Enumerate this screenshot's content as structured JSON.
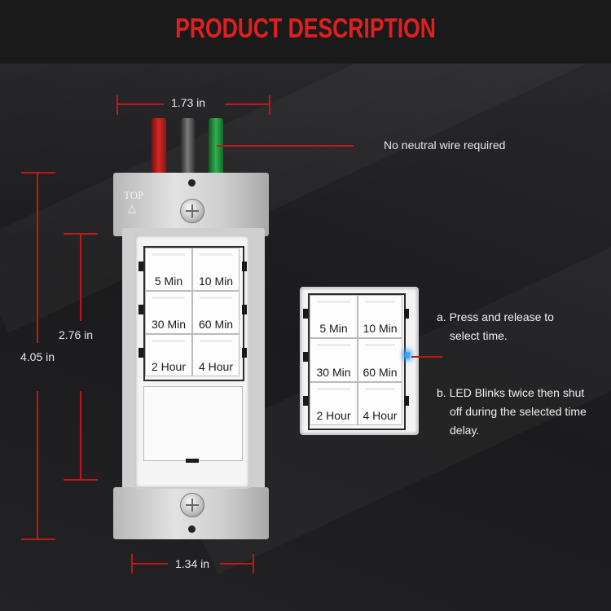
{
  "header": {
    "title": "PRODUCT DESCRIPTION"
  },
  "dimensions": {
    "top_width": "1.73 in",
    "height_outer": "4.05 in",
    "height_inner": "2.76 in",
    "bottom_width": "1.34 in"
  },
  "plate": {
    "top_mark": "TOP",
    "top_arrow": "△"
  },
  "callouts": {
    "neutral": "No neutral wire required",
    "step_a_line1": "a. Press and release to",
    "step_a_line2": "select time.",
    "step_b_line1": "b. LED Blinks twice then shut",
    "step_b_line2": "off during the selected time",
    "step_b_line3": "delay."
  },
  "buttons": {
    "b5": "5 Min",
    "b10": "10 Min",
    "b30": "30 Min",
    "b60": "60 Min",
    "b2h": "2 Hour",
    "b4h": "4 Hour"
  },
  "colors": {
    "accent_red": "#e0201f",
    "wire_red": "#b51c1c",
    "wire_gray": "#555555",
    "wire_green": "#1e8b3a",
    "led_blue": "#3aa7ff"
  }
}
